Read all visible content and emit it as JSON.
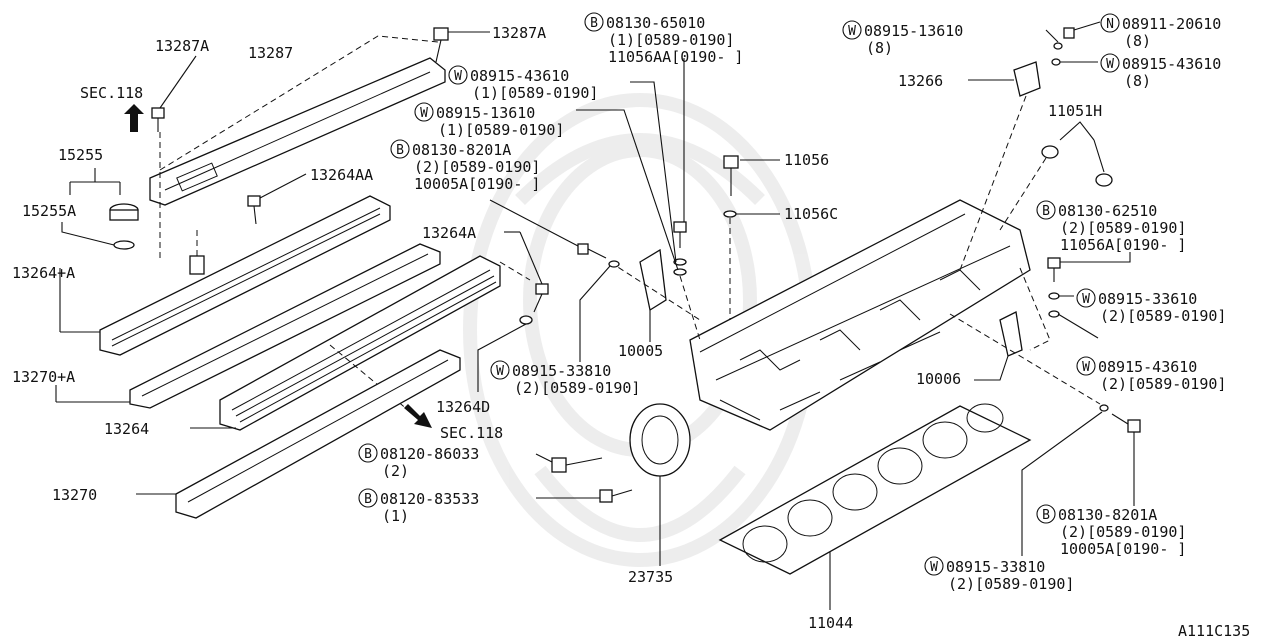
{
  "figure_id": "A111C135",
  "parts": {
    "p13287A_top": "13287A",
    "p13287A_left": "13287A",
    "p13287": "13287",
    "sec118_top": "SEC.118",
    "p15255": "15255",
    "p15255A": "15255A",
    "p13264AA": "13264AA",
    "p13264_A_left": "13264+A",
    "p13264A": "13264A",
    "p13270_A": "13270+A",
    "p13264": "13264",
    "p13264D": "13264D",
    "sec118_mid": "SEC.118",
    "p13270": "13270",
    "p10005": "10005",
    "p23735": "23735",
    "p11044": "11044",
    "p11056": "11056",
    "p11056C": "11056C",
    "p13266": "13266",
    "p11051H": "11051H",
    "p10006": "10006"
  },
  "callouts": [
    {
      "prefix": "B",
      "code": "08130-65010",
      "sub": "(1)[0589-0190]",
      "extra": "11056AA[0190-         ]"
    },
    {
      "prefix": "W",
      "code": "08915-43610",
      "sub": "(1)[0589-0190]"
    },
    {
      "prefix": "W",
      "code": "08915-13610",
      "sub": "(1)[0589-0190]"
    },
    {
      "prefix": "B",
      "code": "08130-8201A",
      "sub": "(2)[0589-0190]",
      "extra": "10005A[0190-         ]"
    },
    {
      "prefix": "W",
      "code": "08915-13610",
      "sub": "(8)"
    },
    {
      "prefix": "N",
      "code": "08911-20610",
      "sub": "(8)"
    },
    {
      "prefix": "W",
      "code": "08915-43610",
      "sub": "(8)"
    },
    {
      "prefix": "B",
      "code": "08130-62510",
      "sub": "(2)[0589-0190]",
      "extra": "11056A[0190-         ]"
    },
    {
      "prefix": "W",
      "code": "08915-33610",
      "sub": "(2)[0589-0190]"
    },
    {
      "prefix": "W",
      "code": "08915-43610",
      "sub": "(2)[0589-0190]"
    },
    {
      "prefix": "W",
      "code": "08915-33810",
      "sub": "(2)[0589-0190]"
    },
    {
      "prefix": "B",
      "code": "08120-86033",
      "sub": "(2)"
    },
    {
      "prefix": "B",
      "code": "08120-83533",
      "sub": "(1)"
    },
    {
      "prefix": "B",
      "code": "08130-8201A",
      "sub": "(2)[0589-0190]",
      "extra": "10005A[0190-         ]"
    },
    {
      "prefix": "W",
      "code": "08915-33810",
      "sub": "(2)[0589-0190]"
    }
  ]
}
